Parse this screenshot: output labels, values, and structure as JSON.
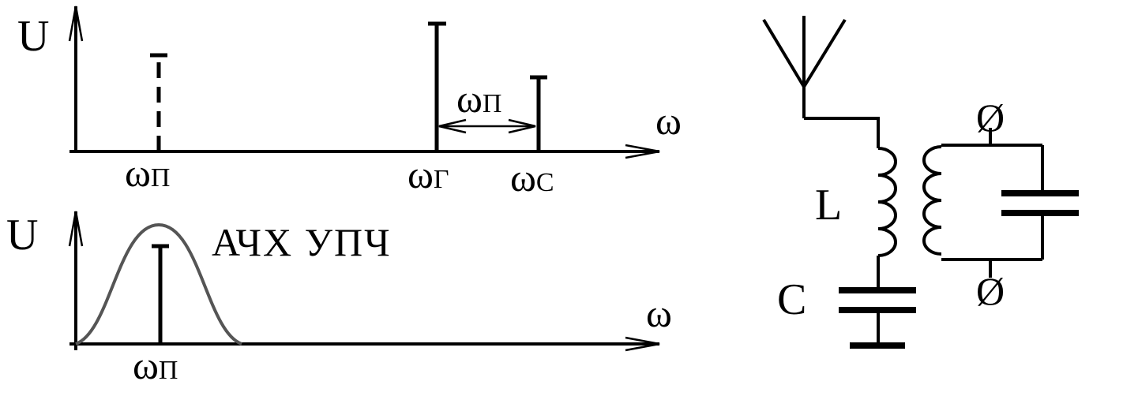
{
  "top_spectrum": {
    "y_label": "U",
    "x_label": "ω",
    "components": [
      {
        "symbol": "ω",
        "subscript": "П",
        "style": "dashed"
      },
      {
        "symbol": "ω",
        "subscript": "Г",
        "style": "solid"
      },
      {
        "symbol": "ω",
        "subscript": "С",
        "style": "solid"
      }
    ],
    "difference_label": {
      "symbol": "ω",
      "subscript": "П"
    }
  },
  "bottom_spectrum": {
    "y_label": "U",
    "x_label": "ω",
    "curve_label": "АЧХ УПЧ",
    "component": {
      "symbol": "ω",
      "subscript": "П"
    }
  },
  "circuit": {
    "inductor_label": "L",
    "capacitor_label": "C",
    "terminal_symbol": "Ø"
  },
  "colors": {
    "ink": "#000000",
    "curve": "#555555"
  }
}
